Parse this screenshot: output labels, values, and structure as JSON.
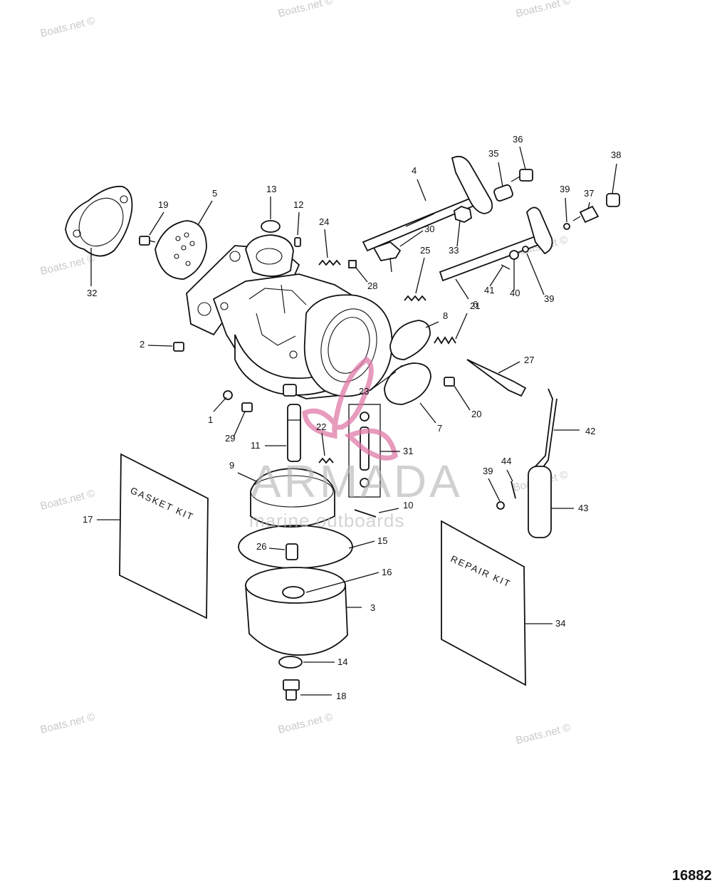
{
  "watermark_text": "Boats.net ©",
  "logo": {
    "name": "ARMADA",
    "tagline": "marine outboards"
  },
  "figure_number": "16882",
  "kits": {
    "gasket": "GASKET KIT",
    "repair": "REPAIR KIT"
  },
  "callouts": [
    "1",
    "2",
    "3",
    "4",
    "5",
    "6",
    "7",
    "8",
    "9",
    "10",
    "11",
    "12",
    "13",
    "14",
    "15",
    "16",
    "17",
    "18",
    "19",
    "20",
    "21",
    "22",
    "23",
    "24",
    "25",
    "26",
    "27",
    "28",
    "29",
    "30",
    "31",
    "32",
    "33",
    "34",
    "35",
    "36",
    "37",
    "38",
    "39",
    "39",
    "39",
    "40",
    "41",
    "42",
    "43",
    "44"
  ],
  "colors": {
    "ink": "#111111",
    "watermark": "#c9c9c9",
    "logo_accent": "#e07aa8"
  }
}
